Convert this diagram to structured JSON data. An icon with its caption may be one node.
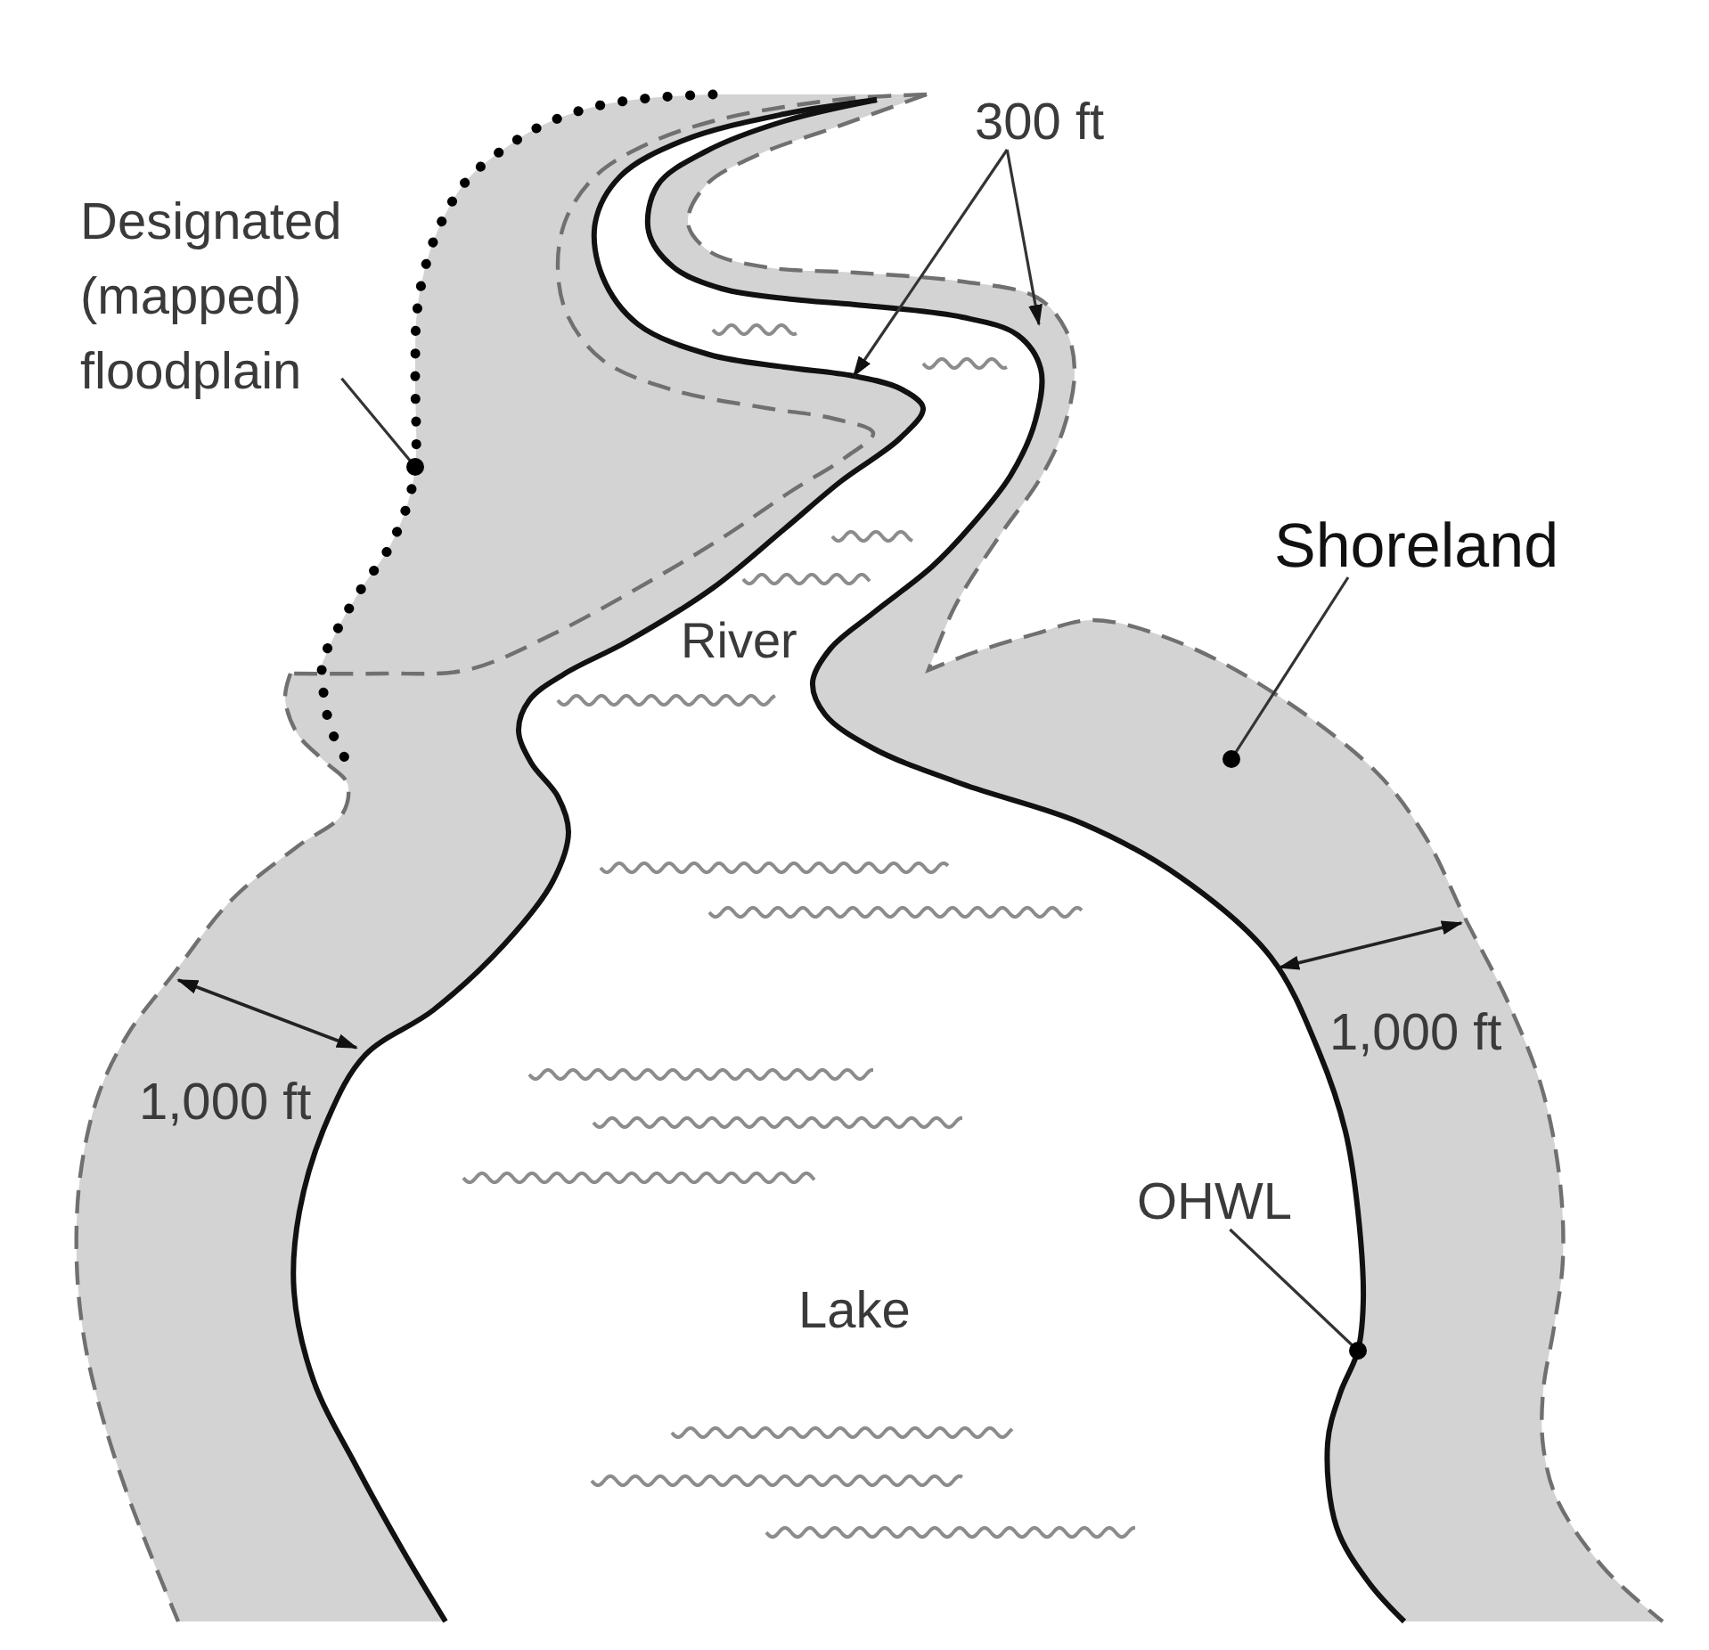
{
  "diagram": {
    "nodes": [
      {
        "text": [
          "300 ft"
        ]
      },
      {
        "text": [
          "Designated (mapped) floodplain"
        ]
      },
      {
        "text": [
          "Shoreland"
        ]
      },
      {
        "text": [
          "OHWL"
        ]
      }
    ],
    "edges": [
      {
        "from": 0,
        "to": null,
        "arrow": "to"
      },
      {
        "from": 0,
        "to": null,
        "arrow": "to"
      },
      {
        "from": 1,
        "to": null,
        "arrow": "other"
      },
      {
        "from": 2,
        "to": null,
        "arrow": "other"
      },
      {
        "from": 3,
        "to": null,
        "arrow": "other"
      }
    ],
    "labels": [
      "River",
      "1,000 ft",
      "1,000 ft",
      "Lake"
    ]
  }
}
